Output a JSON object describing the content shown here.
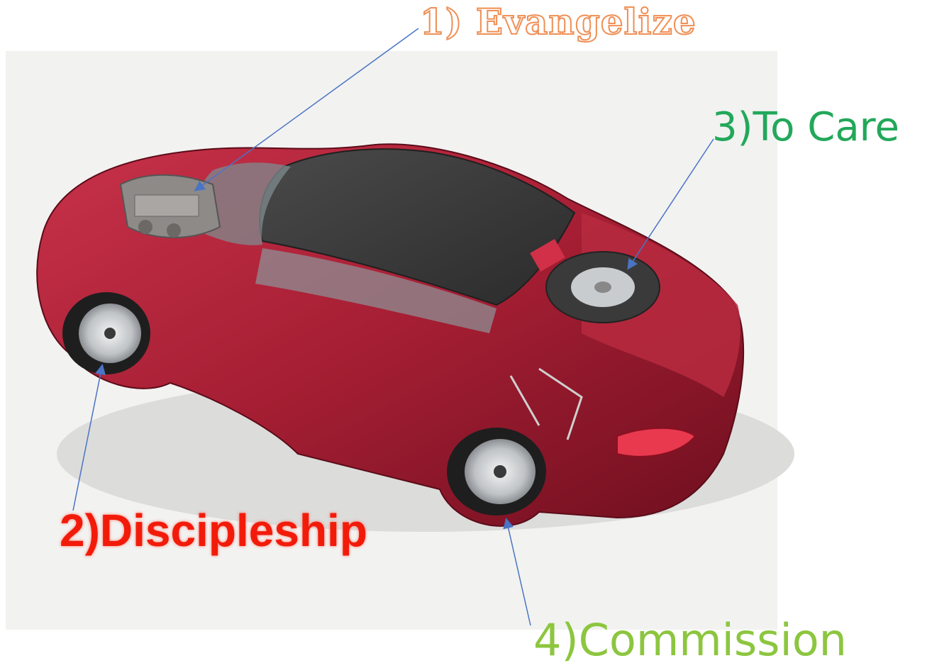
{
  "labels": {
    "evangelize": "1) Evangelize",
    "discipleship": "2)Discipleship",
    "to_care": "3)To Care",
    "commission": "4)Commission"
  },
  "colors": {
    "evangelize": "#ef8f55",
    "discipleship": "#f21b0a",
    "to_care": "#22a85a",
    "commission": "#8cc63f",
    "arrow": "#4a74c4",
    "car_body": "#a51e33"
  },
  "image": {
    "subject": "cutaway-car-illustration"
  }
}
